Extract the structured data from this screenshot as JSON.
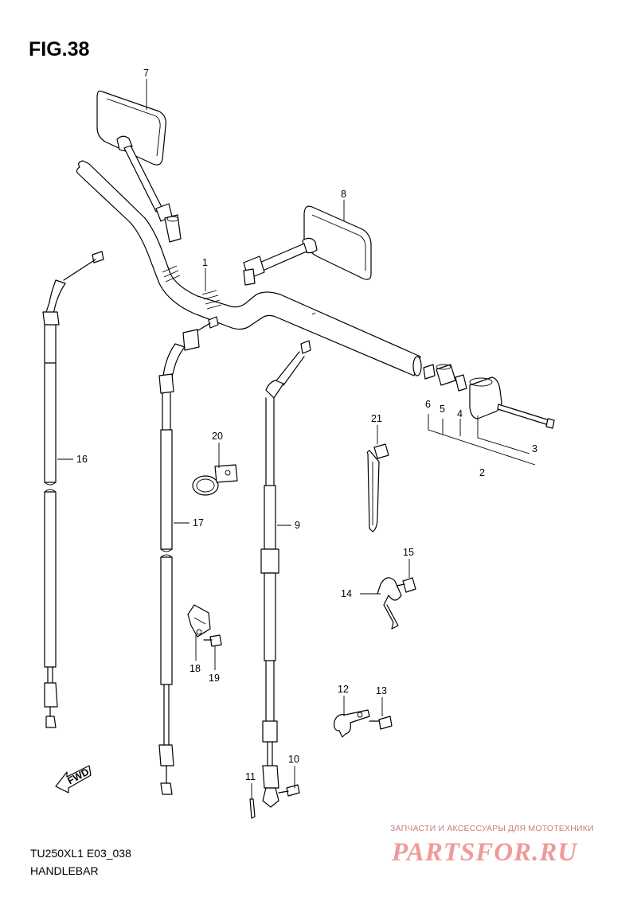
{
  "figure": {
    "title": "FIG.38",
    "code": "TU250XL1 E03_038",
    "name": "HANDLEBAR"
  },
  "fwd_label": "FWD",
  "watermark": {
    "text": "ЗАПЧАСТИ И АКСЕССУАРЫ ДЛЯ МОТОТЕХНИКИ",
    "logo": "PARTSFOR.RU"
  },
  "callouts": {
    "p1": "1",
    "p2": "2",
    "p3": "3",
    "p4": "4",
    "p5": "5",
    "p6": "6",
    "p7": "7",
    "p8": "8",
    "p9": "9",
    "p10": "10",
    "p11": "11",
    "p12": "12",
    "p13": "13",
    "p14": "14",
    "p15": "15",
    "p16": "16",
    "p17": "17",
    "p18": "18",
    "p19": "19",
    "p20": "20",
    "p21": "21"
  }
}
